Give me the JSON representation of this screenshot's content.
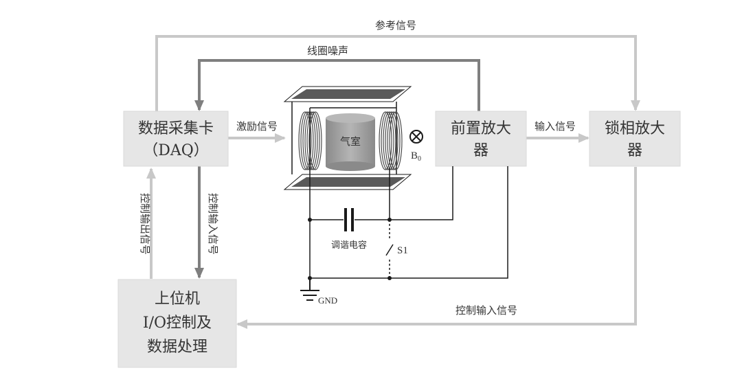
{
  "blocks": {
    "daq": {
      "line1": "数据采集卡",
      "line2": "（DAQ）"
    },
    "preamp": {
      "line1": "前置放大",
      "line2": "器"
    },
    "lockin": {
      "line1": "锁相放大",
      "line2": "器"
    },
    "pc": {
      "line1": "上位机",
      "line2": "I/O控制及",
      "line3": "数据处理"
    }
  },
  "signals": {
    "reference": "参考信号",
    "coil_noise": "线圈噪声",
    "excitation": "激励信号",
    "input_signal": "输入信号",
    "control_output": "控制输出信号",
    "control_input_left": "控制输入信号",
    "control_input_bottom": "控制输入信号"
  },
  "components": {
    "cell": "气室",
    "b0_symbol": "B",
    "b0_subscript": "0",
    "capacitor": "调谐电容",
    "switch": "S1",
    "ground": "GND"
  },
  "colors": {
    "box_fill": "#e6e6e6",
    "box_stroke": "#d9d9d9",
    "arrow_light": "#c8c8c8",
    "arrow_dark": "#7f7f7f",
    "wire": "#1a1a1a",
    "plate_fill": "#5a5a5a",
    "cell_fill": "#9a9a9a"
  }
}
